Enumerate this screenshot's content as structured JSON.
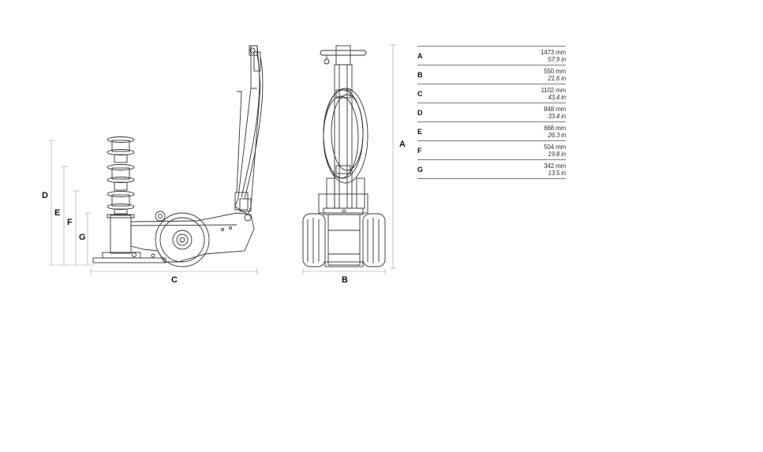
{
  "diagram_labels": {
    "side_view_width": "C",
    "front_view_width": "B",
    "overall_height": "A",
    "heights": [
      "D",
      "E",
      "F",
      "G"
    ]
  },
  "spec_table": [
    {
      "letter": "A",
      "mm": "1473 mm",
      "inch": "57.9 in"
    },
    {
      "letter": "B",
      "mm": "550 mm",
      "inch": "21.6 in"
    },
    {
      "letter": "C",
      "mm": "1102 mm",
      "inch": "43.4 in"
    },
    {
      "letter": "D",
      "mm": "848 mm",
      "inch": "33.4 in"
    },
    {
      "letter": "E",
      "mm": "668 mm",
      "inch": "26.3 in"
    },
    {
      "letter": "F",
      "mm": "504 mm",
      "inch": "19.8 in"
    },
    {
      "letter": "G",
      "mm": "342 mm",
      "inch": "13.5 in"
    }
  ],
  "colors": {
    "line": "#333333",
    "dim_line": "#9a9a9a",
    "table_rule": "#7a7a7a"
  }
}
